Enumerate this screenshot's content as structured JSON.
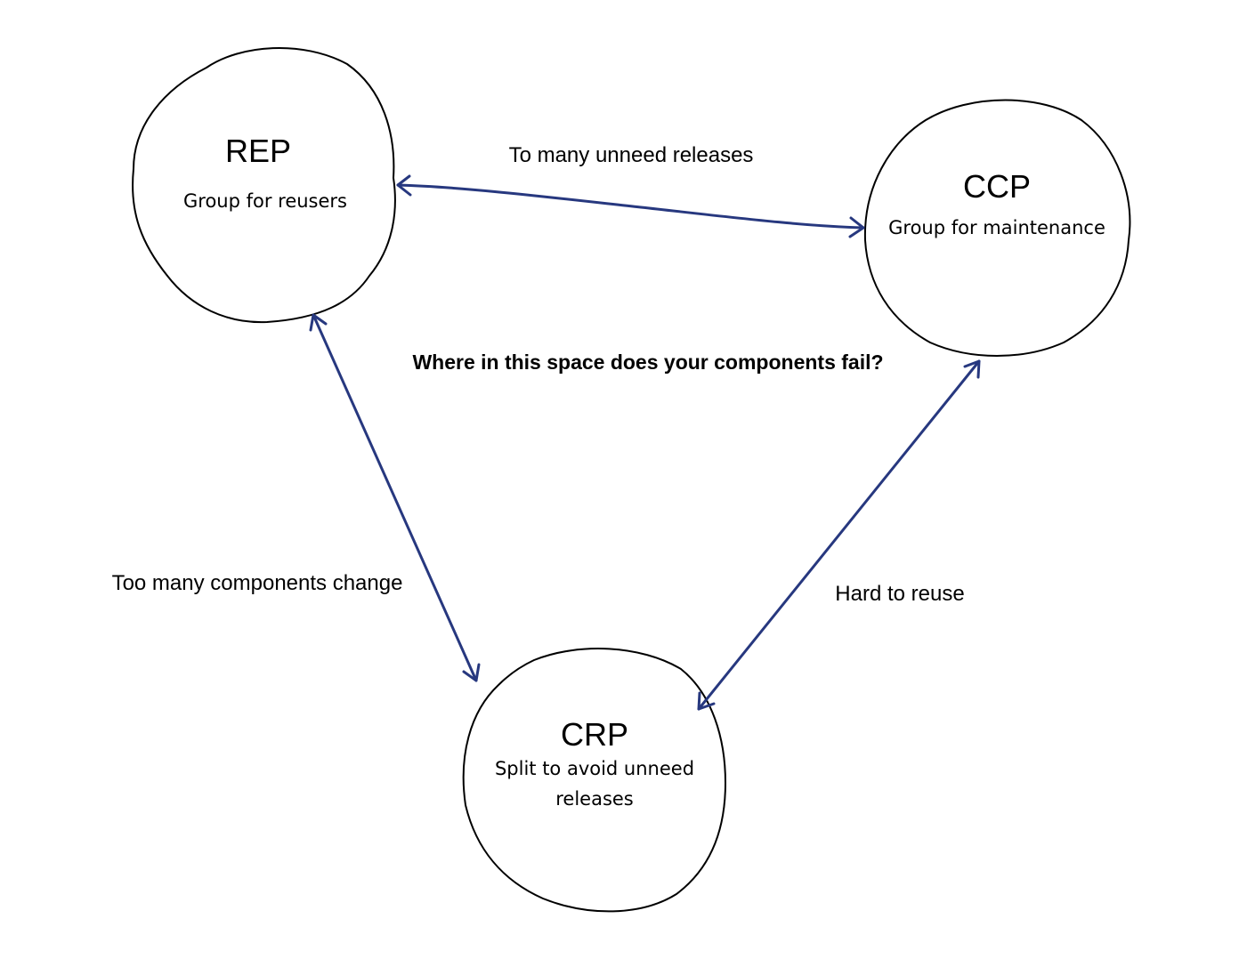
{
  "colors": {
    "arrow": "#27387f",
    "outline": "#000000",
    "background": "#ffffff"
  },
  "nodes": {
    "rep": {
      "title": "REP",
      "subtitle": "Group for reusers"
    },
    "ccp": {
      "title": "CCP",
      "subtitle": "Group for maintenance"
    },
    "crp": {
      "title": "CRP",
      "subtitle_line1": "Split to avoid unneed",
      "subtitle_line2": "releases"
    }
  },
  "edges": {
    "rep_ccp": {
      "label": "To many unneed releases"
    },
    "rep_crp": {
      "label": "Too many components change"
    },
    "ccp_crp": {
      "label": "Hard to reuse"
    }
  },
  "question": "Where in this space does your components fail?"
}
